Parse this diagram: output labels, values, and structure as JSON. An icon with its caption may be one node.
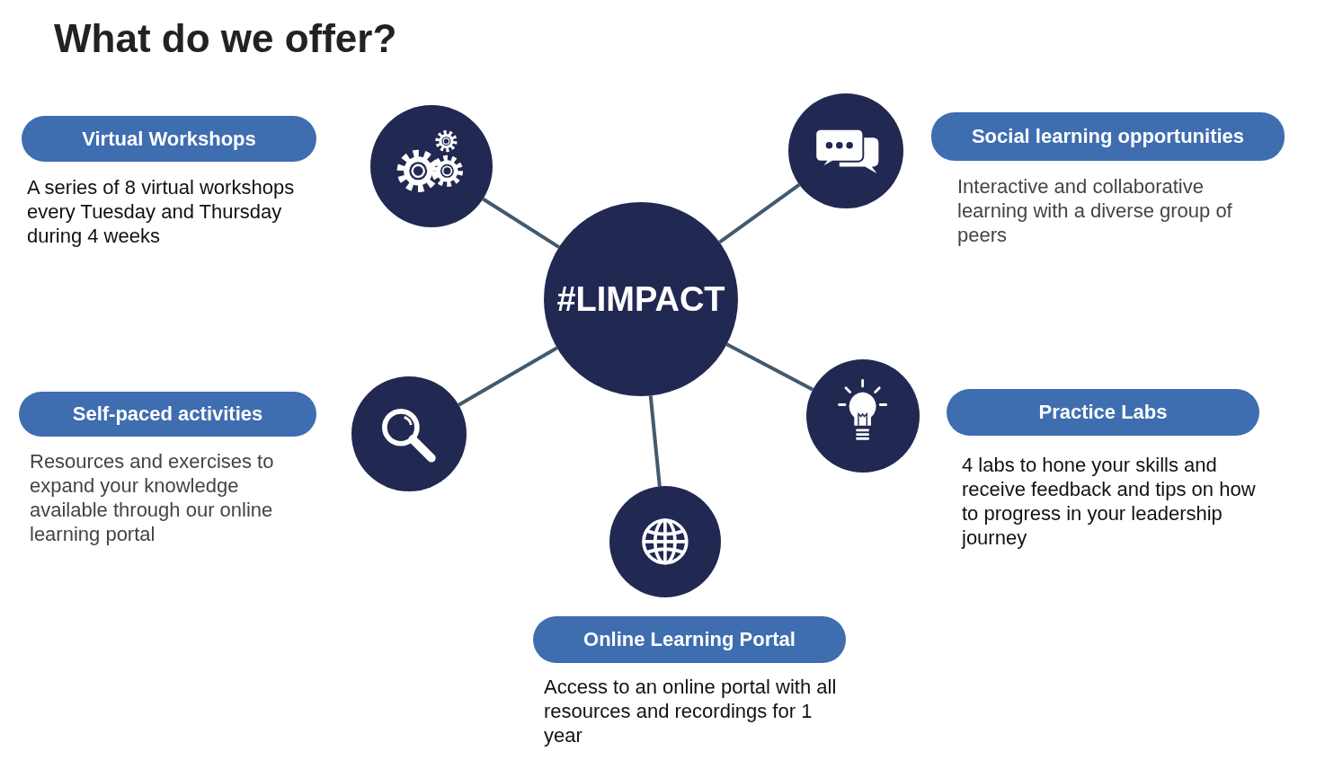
{
  "diagram": {
    "title": "What do we offer?",
    "nodes": [
      {
        "text": [
          "#LIMPACT"
        ]
      },
      {
        "text": [],
        "shape": "circle"
      },
      {
        "text": [],
        "shape": "circle"
      },
      {
        "text": [],
        "shape": "circle"
      },
      {
        "text": [],
        "shape": "circle"
      },
      {
        "text": [],
        "shape": "circle"
      },
      {
        "text": [
          "Virtual Workshops"
        ],
        "beside": [
          "A series of 8 virtual workshops every Tuesday and Thursday during 4 weeks"
        ]
      },
      {
        "text": [
          "Social learning opportunities"
        ],
        "beside": [
          "Interactive and collaborative learning with a diverse group of peers"
        ]
      },
      {
        "text": [
          "Self-paced activities"
        ],
        "beside": [
          "Resources and exercises to expand your knowledge available through our online learning portal"
        ]
      },
      {
        "text": [
          "Practice Labs"
        ],
        "beside": [
          "4 labs to hone your skills and receive feedback and tips on how to progress in your leadership journey"
        ]
      },
      {
        "text": [
          "Online Learning Portal"
        ],
        "beside": [
          "Access to an online portal with all resources and recordings for 1 year"
        ]
      }
    ],
    "edges": [
      {
        "from": 0,
        "to": 1,
        "arrow": "none"
      },
      {
        "from": 0,
        "to": 2,
        "arrow": "none"
      },
      {
        "from": 0,
        "to": 3,
        "arrow": "none"
      },
      {
        "from": 0,
        "to": 4,
        "arrow": "none"
      },
      {
        "from": 0,
        "to": 5,
        "arrow": "none"
      }
    ]
  }
}
